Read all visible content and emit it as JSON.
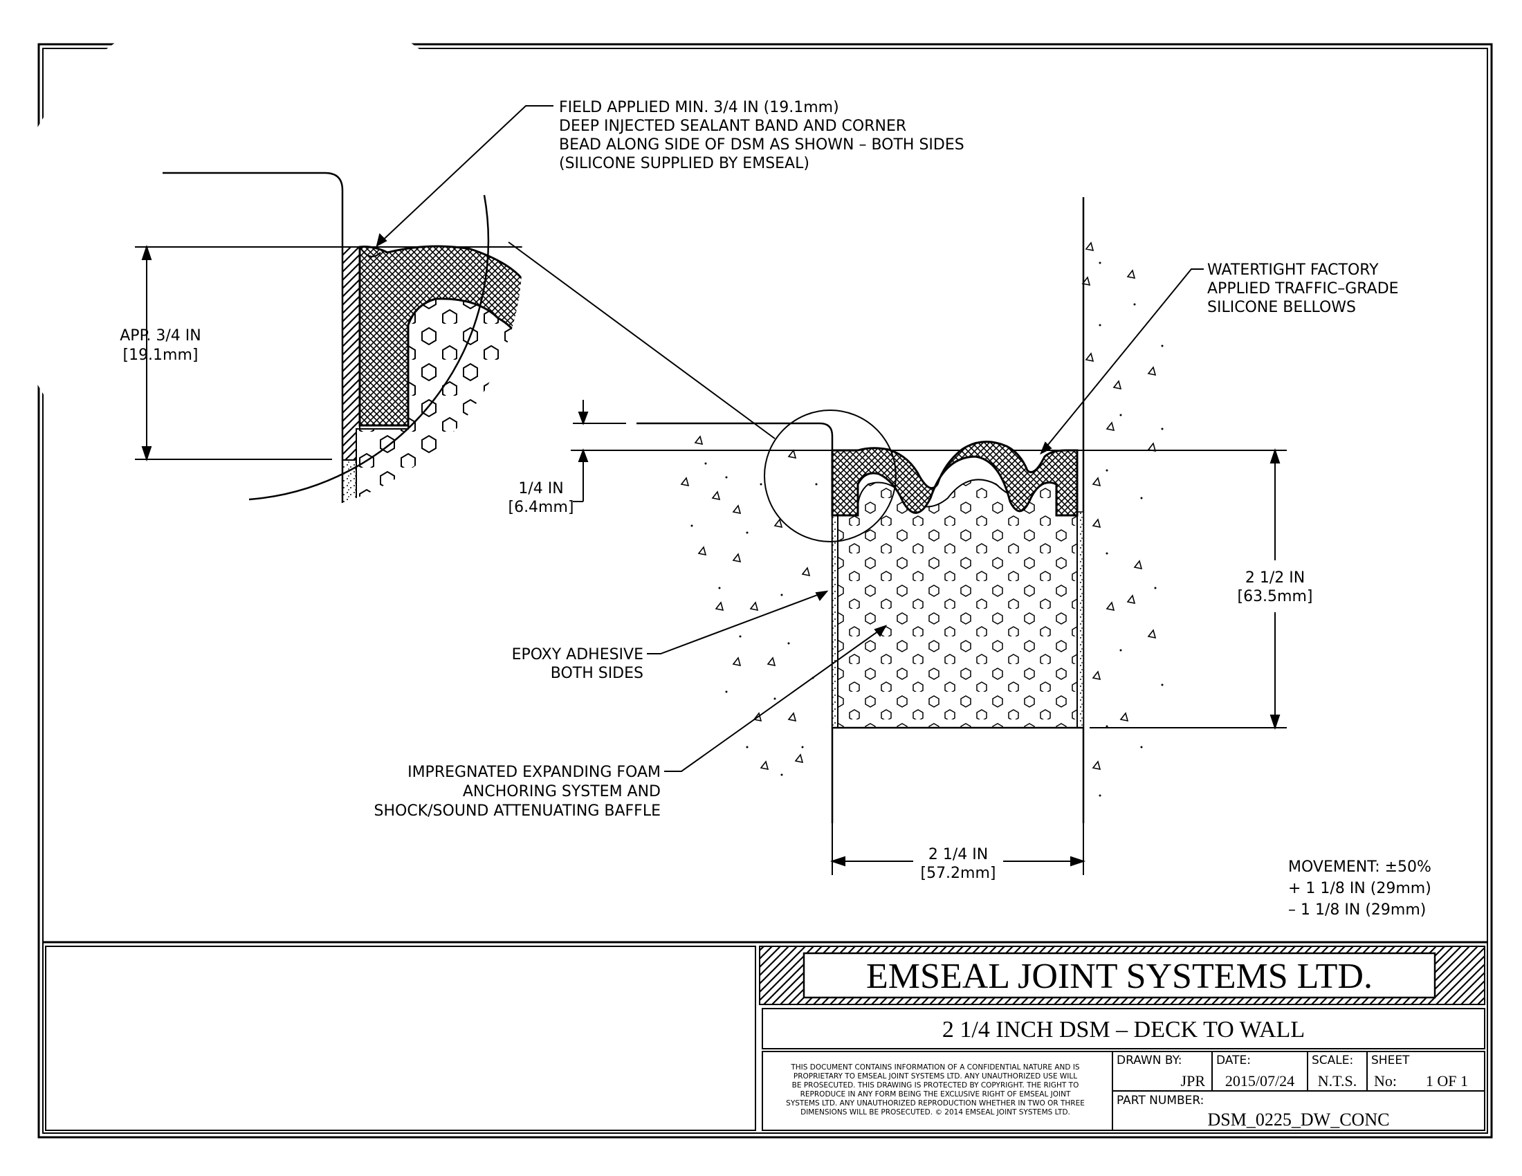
{
  "notes": {
    "sealant_lines": [
      "FIELD APPLIED MIN. 3/4 IN (19.1mm)",
      "DEEP INJECTED SEALANT BAND AND CORNER",
      "BEAD ALONG SIDE OF DSM AS SHOWN – BOTH SIDES",
      "(SILICONE SUPPLIED BY EMSEAL)"
    ],
    "bellows_lines": [
      "WATERTIGHT FACTORY",
      "APPLIED TRAFFIC–GRADE",
      "SILICONE BELLOWS"
    ],
    "epoxy_lines": [
      "EPOXY ADHESIVE",
      "BOTH SIDES"
    ],
    "foam_lines": [
      "IMPREGNATED EXPANDING FOAM",
      "ANCHORING SYSTEM AND",
      "SHOCK/SOUND ATTENUATING BAFFLE"
    ],
    "movement_lines": [
      "MOVEMENT: ±50%",
      "+ 1 1/8 IN (29mm)",
      "– 1 1/8 IN (29mm)"
    ]
  },
  "dimensions": {
    "detail_depth": [
      "APP. 3/4 IN",
      "[19.1mm]"
    ],
    "recess": [
      "1/4 IN",
      "[6.4mm]"
    ],
    "depth": [
      "2 1/2 IN",
      "[63.5mm]"
    ],
    "width": [
      "2 1/4 IN",
      "[57.2mm]"
    ]
  },
  "title_block": {
    "company": "EMSEAL JOINT SYSTEMS LTD.",
    "drawing_title": "2 1/4 INCH DSM – DECK TO WALL",
    "disclaimer_lines": [
      "THIS DOCUMENT CONTAINS INFORMATION OF A CONFIDENTIAL NATURE AND IS",
      "PROPRIETARY TO EMSEAL JOINT SYSTEMS LTD. ANY UNAUTHORIZED USE WILL",
      "BE PROSECUTED. THIS DRAWING IS PROTECTED BY COPYRIGHT. THE RIGHT TO",
      "REPRODUCE IN ANY FORM BEING THE EXCLUSIVE RIGHT OF EMSEAL JOINT",
      "SYSTEMS LTD. ANY UNAUTHORIZED REPRODUCTION WHETHER IN TWO OR THREE",
      "DIMENSIONS WILL BE PROSECUTED. © 2014 EMSEAL JOINT SYSTEMS LTD."
    ],
    "drawn_by_label": "DRAWN BY:",
    "drawn_by": "JPR",
    "date_label": "DATE:",
    "date": "2015/07/24",
    "scale_label": "SCALE:",
    "scale": "N.T.S.",
    "sheet_label": "SHEET",
    "sheet_no_label": "No:",
    "sheet_no": "1 OF 1",
    "part_number_label": "PART NUMBER:",
    "part_number": "DSM_0225_DW_CONC"
  }
}
